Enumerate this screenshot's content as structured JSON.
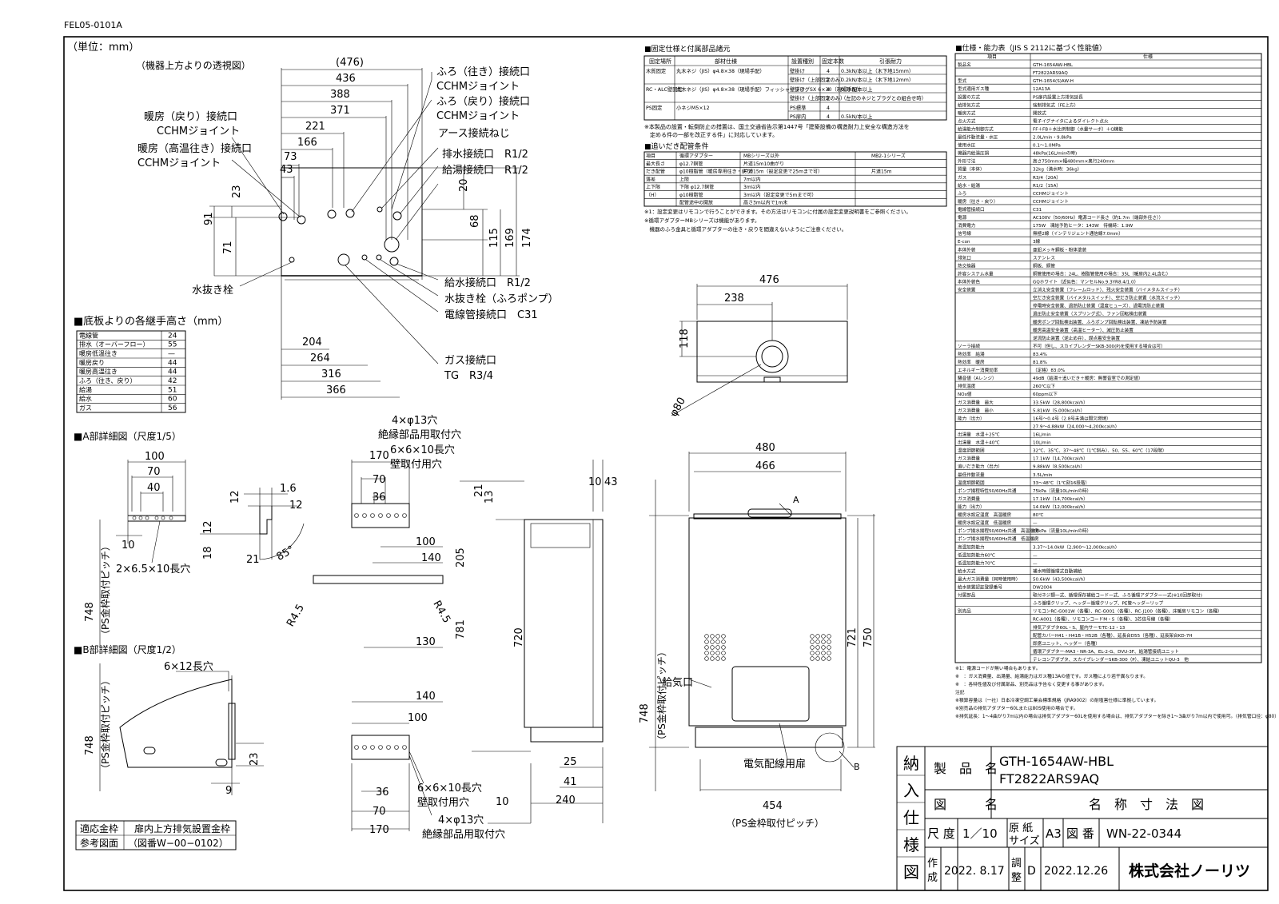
{
  "doc_code": "FEL05-0101A",
  "unit": "（単位：mm）",
  "top_view": {
    "title": "（機器上方よりの透視図）",
    "dims": [
      "(476)",
      "436",
      "388",
      "371",
      "221",
      "166",
      "73",
      "43",
      "23",
      "91",
      "71",
      "20",
      "68",
      "115",
      "169",
      "174",
      "204",
      "264",
      "316",
      "366"
    ],
    "labels": [
      "ふろ（往き）接続口",
      "CCHMジョイント",
      "ふろ（戻り）接続口",
      "CCHMジョイント",
      "暖房（戻り）接続口",
      "CCHMジョイント",
      "暖房（高温往き）接続口",
      "CCHMジョイント",
      "アース接続ねじ",
      "排水接続口　R1/2",
      "給湯接続口　R1/2",
      "水抜き栓",
      "給水接続口　R1/2",
      "水抜き栓（ふろポンプ）",
      "電線管接続口　C31",
      "ガス接続口",
      "TG　R3/4"
    ]
  },
  "heights": {
    "title": "■底板よりの各継手高さ（mm）",
    "rows": [
      [
        "電線管",
        "24"
      ],
      [
        "排水（オーバーフロー）",
        "55"
      ],
      [
        "暖房低温往き",
        "—"
      ],
      [
        "暖房戻り",
        "44"
      ],
      [
        "暖房高温往き",
        "44"
      ],
      [
        "ふろ（往き、戻り）",
        "42"
      ],
      [
        "給湯",
        "51"
      ],
      [
        "給水",
        "60"
      ],
      [
        "ガス",
        "56"
      ]
    ]
  },
  "detail_a": {
    "title": "■A部詳細図（尺度1/5）",
    "dims": [
      "100",
      "70",
      "40",
      "10",
      "12",
      "1.6",
      "12",
      "12",
      "18",
      "21",
      "85°",
      "2×6.5×10長穴",
      "748",
      "（PS金枠取付ピッチ）"
    ]
  },
  "detail_b": {
    "title": "■B部詳細図（尺度1/2）",
    "dims": [
      "6×12長穴",
      "23",
      "9",
      "748",
      "（PS金枠取付ピッチ）"
    ]
  },
  "front_bracket": {
    "dims": [
      "4×φ13穴",
      "絶縁部品用取付穴",
      "6×6×10長穴",
      "壁取付用穴",
      "170",
      "70",
      "36",
      "21",
      "100",
      "140",
      "R4.5",
      "R4.5",
      "130",
      "205",
      "720",
      "781",
      "140",
      "100",
      "36",
      "70",
      "170",
      "6×6×10長穴",
      "壁取付用穴",
      "4×φ13穴",
      "絶縁部品用取付穴",
      "10",
      "43",
      "25",
      "41",
      "240",
      "13"
    ]
  },
  "mid": {
    "fix_title": "■固定仕様と付属部品諸元",
    "fix_headers": [
      "固定場所",
      "部材仕様",
      "設置種別",
      "固定本数",
      "引張耐力"
    ],
    "fix_rows": [
      [
        "木質固定",
        "丸木ネジ（JIS）φ4.8×38（現場手配）",
        "壁掛け",
        "4",
        "0.3kN/本以上（木下地15mm）"
      ],
      [
        "",
        "",
        "壁掛け（上部固定のみ）",
        "2",
        "0.2kN/本以上（木下地12mm）"
      ],
      [
        "RC・ALC壁固定",
        "丸木ネジ（JIS）φ4.8×38（現場手配）フィッシャープラグSX 6×30（現場手配）",
        "壁掛け",
        "4",
        "0.3kN/本以上"
      ],
      [
        "",
        "",
        "壁掛け（上部固定のみ）",
        "2",
        "（左記のネジとプラグとの組合せ時）"
      ],
      [
        "PS固定",
        "小ネジM5×12",
        "PS標準",
        "4",
        ""
      ],
      [
        "",
        "",
        "PS扉内",
        "4",
        "0.5kN/本以上"
      ]
    ],
    "fix_note1": "※本製品の設置・転倒防止の措置は、国土交通省告示第1447号「建築設備の構造耐力上安全な構造方法を",
    "fix_note2": "　定める件の一部を改正する件」に対応しています。",
    "pipe_title": "■追いだき配管条件",
    "pipe_rows": [
      [
        "項目",
        "循環アダプター",
        "MBシリーズ以外",
        "MB2-1シリーズ"
      ],
      [
        "最大長さ",
        "φ12.7銅管",
        "片道15m10曲がり",
        ""
      ],
      [
        "だき配管",
        "φ10樹脂管（暖房専用往き・戻り）",
        "片道15m（設定変更で25mまで可）",
        "片道15m"
      ],
      [
        "落差",
        "上限",
        "7m以内",
        ""
      ],
      [
        "上下限",
        "下限 φ12.7銅管",
        "3m以内",
        ""
      ],
      [
        "（H）",
        "φ10樹脂管",
        "3m以内（設定変更で5mまで可）",
        ""
      ],
      [
        "",
        "配管途中の開放",
        "高さ3m以内で1m未",
        ""
      ]
    ],
    "pipe_note1": "※1：設定変更はリモコンで行うことができます。その方法はリモコンに付属の設定変更説明書をご参照ください。",
    "pipe_note2": "※循環アダプターMBシリーズは機能があります。",
    "pipe_note3": "　機器のふろ金具と循環アダプターの往き・戻りを間違えないようにご注意ください。",
    "side_dims": [
      "476",
      "238",
      "118",
      "φ80"
    ],
    "front_dims": [
      "480",
      "466",
      "A",
      "748",
      "（PS金枠取付ピッチ）",
      "721",
      "750",
      "給気口",
      "B",
      "電気配線用扉",
      "454",
      "（PS金枠取付ピッチ）"
    ]
  },
  "spec": {
    "title": "■仕様・能力表（JIS S 2112に基づく性能値）",
    "headers": [
      "項目",
      "仕様"
    ],
    "rows": [
      [
        "製品名",
        "GTH-1654AW-HBL"
      ],
      [
        "",
        "FT2822ARS9AQ"
      ],
      [
        "型式",
        "GTH-1654(S)AW-H"
      ],
      [
        "型式適用ガス種",
        "12A13A"
      ],
      [
        "設置の方式",
        "PS扉内設置上方排気延長"
      ],
      [
        "給排気方式",
        "強制排気式（FE上方）"
      ],
      [
        "暖房方式",
        "開放式"
      ],
      [
        "点火方式",
        "電子イグナイタによるダイレクト点火"
      ],
      [
        "給湯能力制御方式",
        "FF＋FB＋水比例制御（水量サーボ）＋Q機能"
      ],
      [
        "最低作動流量・水圧",
        "2.0L/min・9.8kPa"
      ],
      [
        "使用水圧",
        "0.1〜1.0MPa"
      ],
      [
        "機器内給湯圧損",
        "48kPa(16L/minの時)"
      ],
      [
        "外形寸法",
        "高さ750mm×幅480mm×奥行240mm"
      ],
      [
        "質量（本体）",
        "32kg（満水時：36kg）"
      ],
      [
        "ガス",
        "R3/4（20A）"
      ],
      [
        "給水・給湯",
        "R1/2（15A）"
      ],
      [
        "ふろ",
        "CCHMジョイント"
      ],
      [
        "暖房（往き・戻り）",
        "CCHMジョイント"
      ],
      [
        "電線管接続口",
        "C31"
      ],
      [
        "電源",
        "AC100V（50/60Hz）電源コード長さ（約1.7m（端部外径さ））"
      ],
      [
        "消費電力",
        "175W　凍結予防ヒータ：143W　待機時：1.9W"
      ],
      [
        "信号線",
        "無極2線（インテリジェント通信線7.0mm）"
      ],
      [
        "E-con",
        "3線"
      ],
      [
        "本体外装",
        "亜鉛メッキ鋼板・粉体塗装"
      ],
      [
        "排気口",
        "ステンレス"
      ],
      [
        "熱交換器",
        "銅板、銅管"
      ],
      [
        "許容システム水量",
        "銅管使用の場合：24L、樹脂管使用の場合：35L（暖房内2.4L含む）"
      ],
      [
        "本体外装色",
        "GQホワイト（近似色：マンセルNo.9.3YR8.4/1.0）"
      ],
      [
        "安全装置",
        "立消え安全装置（フレームロッド）、残火安全装置（バイメタルスイッチ）"
      ],
      [
        "",
        "空だき安全装置（バイメタルスイッチ）、空だき防止装置（水流スイッチ）"
      ],
      [
        "",
        "停電時安全装置、過熱防止装置（温度ヒューズ）、過電流防止装置"
      ],
      [
        "",
        "過圧防止安全装置（スプリング式）、ファン回転検出装置"
      ],
      [
        "",
        "暖房ポンプ回転検出装置、ふろポンプ回転検出装置、凍結予防装置"
      ],
      [
        "",
        "暖房高温安全装置（高温ヒーター）、減圧防止装置"
      ],
      [
        "",
        "逆流防止装置（逆止め弁）、誤点着安全装置"
      ],
      [
        "ソーラ接続",
        "不可（但し、スカイブレンダーSKB-300(P)を使用する場合は可）"
      ],
      [
        "熱効率　給湯",
        "83.4%"
      ],
      [
        "熱効率　暖房",
        "81.8%"
      ],
      [
        "エネルギー消費効率",
        "（定格）83.0%"
      ],
      [
        "騒音値（Aレンジ）",
        "49dB（給湯＋追いだき＋暖房：無響音室での測定値）"
      ],
      [
        "排気温度",
        "260℃以下"
      ],
      [
        "NOx値",
        "60ppm以下"
      ],
      [
        "ガス消費量　最大",
        "33.5kW（28,800kcal/h）"
      ],
      [
        "ガス消費量　最小",
        "5.81kW（5,000kcal/h）"
      ],
      [
        "能力（出力）",
        "16号〜0.4号（2.8号未満は間欠燃焼）"
      ],
      [
        "",
        "27.9〜4.88kW（24,000〜4,200kcal/h）"
      ],
      [
        "出湯量　水温＋25℃",
        "16L/min"
      ],
      [
        "出湯量　水温＋40℃",
        "10L/min"
      ],
      [
        "温度調節範囲",
        "32℃、35℃、37〜48℃（1℃刻み）、50、55、60℃（17段階）"
      ],
      [
        "ガス消費量",
        "17.1kW（14,700kcal/h）"
      ],
      [
        "追いだき能力（出力）",
        "9.88kW（8,500kcal/h）"
      ],
      [
        "最低作動流量",
        "3.5L/min"
      ],
      [
        "温度調節範囲",
        "33〜48℃（1℃刻16段階）"
      ],
      [
        "ポンプ揚程特性50/60Hz共通",
        "75kPa（流量10L/minの時）"
      ],
      [
        "ガス消費量",
        "17.1kW（14,700kcal/h）"
      ],
      [
        "能力（出力）",
        "14.0kW（12,000kcal/h）"
      ],
      [
        "暖房水設定温度　高温暖房",
        "80℃"
      ],
      [
        "暖房水設定温度　低温暖房",
        "—"
      ],
      [
        "ポンプ揚水揚程50/60Hz共通　高温暖房",
        "68kPa（流量10L/minの時）"
      ],
      [
        "ポンプ揚水揚程50/60Hz共通　低温暖房",
        "—"
      ],
      [
        "高温加熱能力",
        "3.37〜14.0kW（2,900〜12,000kcal/h）"
      ],
      [
        "低温加熱能力60℃",
        "—"
      ],
      [
        "低温加熱能力70℃",
        "—"
      ],
      [
        "給水方式",
        "補水時間循環式自動補給"
      ],
      [
        "最大ガス消費量（同時使用時）",
        "50.6kW（43,500kcal/h）"
      ],
      [
        "給水装置認証登録番号",
        "DW2004"
      ],
      [
        "付属部品",
        "取付ネジ類一式、循環保存補給コード一式、ふろ循環アダプター一式(※10回部取付)"
      ],
      [
        "",
        "ふろ循環クリップ、ヘッダー循環クリップ、PE管ヘッダーリップ"
      ],
      [
        "別売品",
        "リモコンRC-G001W（各種）、RC-G001（各種）、RC-J100（各種）、床暖房リモコン（各種）"
      ],
      [
        "",
        "RC-A001（各種）、リモコンコードM・S（各種）、3芯信号線（各種）"
      ],
      [
        "",
        "排気アダプタ60L・S、屋内サーモTC-12・13"
      ],
      [
        "",
        "配管カバーH41・H41B・H52B（各種）、延長台D55（各種）、延長架台KD-7H"
      ],
      [
        "",
        "即席ユニット、ヘッダー（各種）"
      ],
      [
        "",
        "循環アダプター-MA3・NR-3A、EL-2-G、DVU-3F、給湯管接続ユニット"
      ],
      [
        "",
        "テレコンアダプタ、スカイブレンダーSKB-300（P）、凍結ユニットQU-3　他"
      ]
    ],
    "notes": [
      "※1：電源コードが無い場合もあります。",
      "※　：ガス消費量、出湯量、給湯能力はガス種13Aの値です。ガス種により若干異なります。",
      "※　：各特性値及び付属部品、別売品は予告なく変更する事があります。",
      "注記",
      "※積算容量は（一社）日本冷凍空調工業会標準規格（JRA9002）の耐塩害仕様に準拠しています。",
      "※別売品の排気アダプター60Lまたは80S使用の場合です。",
      "※排気延長：1〜4曲がり7m以内の場合は排気アダプター60Lを使用する場合は、排気アダプターを除き1〜3曲がり7m以内で使用可。（排気管口径：φ80）"
    ]
  },
  "title_block": {
    "side_chars": [
      "納",
      "入",
      "仕",
      "様",
      "図"
    ],
    "product_label": "製　品　名",
    "product_1": "GTH-1654AW-HBL",
    "product_2": "FT2822ARS9AQ",
    "drawing_label": "図　　　名",
    "drawing_name": "名　称　寸　法　図",
    "scale_label": "尺 度",
    "scale": "1／10",
    "paper_label_1": "原 紙",
    "paper_label_2": "サイズ",
    "paper": "A3",
    "number_label": "図 番",
    "number": "WN-22-0344",
    "made_label_1": "作",
    "made_label_2": "成",
    "made": "2022. 8.17",
    "check_label_1": "調",
    "check_label_2": "整",
    "rev": "D",
    "check": "2022.12.26",
    "company": "株式会社ノーリツ"
  },
  "ref_table": {
    "label_1": "適応金枠",
    "value_1": "扉内上方排気設置金枠",
    "label_2": "参考図面",
    "value_2": "（図番W−00−0102）"
  }
}
